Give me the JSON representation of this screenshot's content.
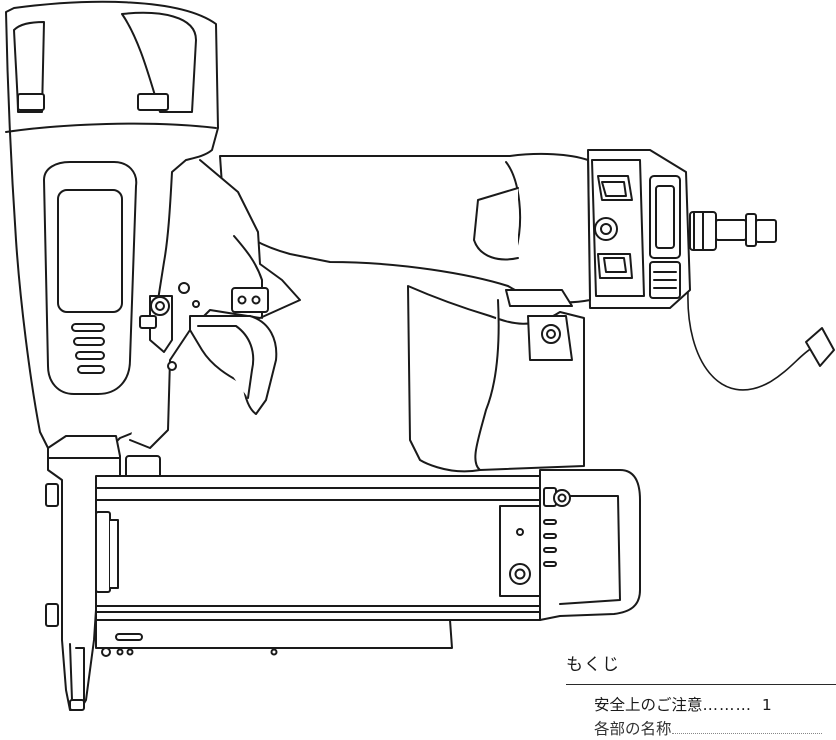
{
  "toc": {
    "title": "もくじ",
    "items": [
      {
        "label": "安全上のご注意",
        "dots": "………",
        "page": "1"
      },
      {
        "label": "各部の名称",
        "dots": "",
        "page": ""
      }
    ]
  },
  "drawing": {
    "subject": "nailer-line-drawing",
    "stroke": "#1a1a1a",
    "fill": "#ffffff"
  }
}
